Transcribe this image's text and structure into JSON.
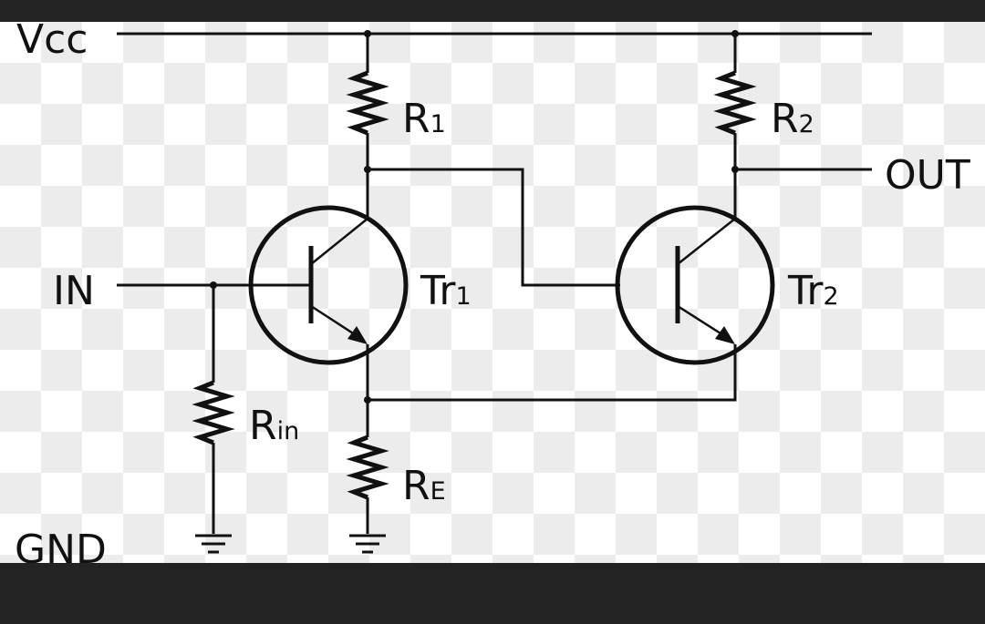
{
  "labels": {
    "vcc": "Vcc",
    "gnd": "GND",
    "in": "IN",
    "out": "OUT",
    "r1": {
      "main": "R",
      "sub": "1"
    },
    "r2": {
      "main": "R",
      "sub": "2"
    },
    "rin": {
      "main": "R",
      "sub": "in"
    },
    "re": {
      "main": "R",
      "sub": "E"
    },
    "tr1": {
      "main": "Tr",
      "sub": "1"
    },
    "tr2": {
      "main": "Tr",
      "sub": "2"
    }
  }
}
